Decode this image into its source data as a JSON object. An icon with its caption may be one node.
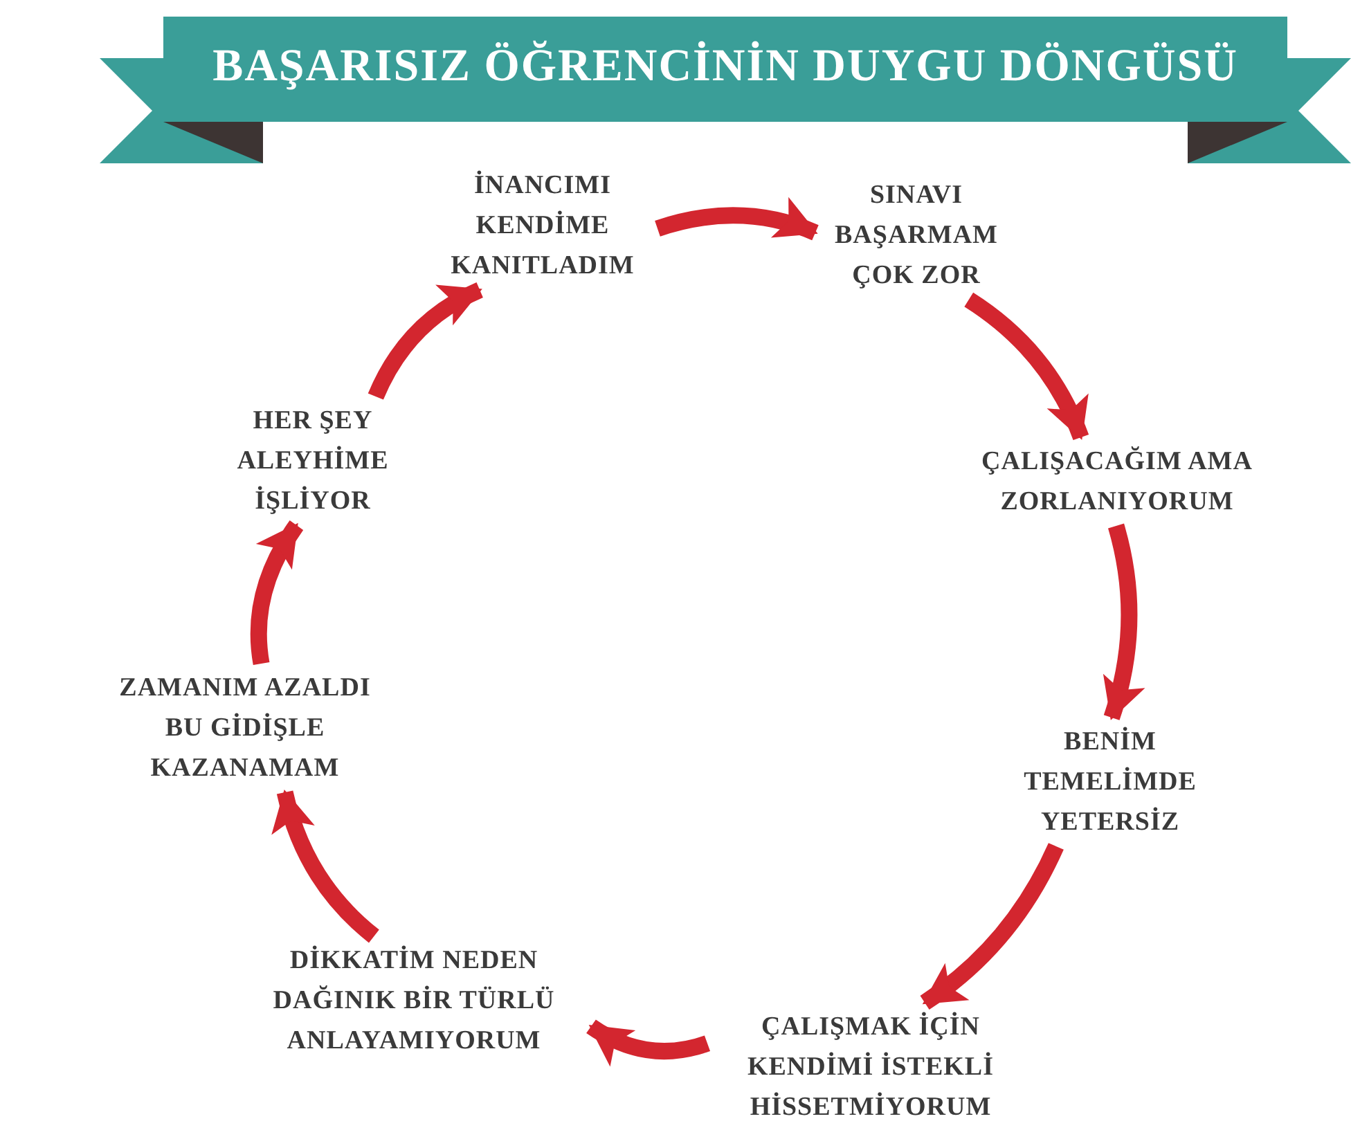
{
  "diagram": {
    "title": "BAŞARISIZ ÖĞRENCİNİN DUYGU DÖNGÜSÜ",
    "nodes": [
      {
        "text": [
          "İNANCIMI KENDİME KANITLADIM"
        ]
      },
      {
        "text": [
          "SINAVI BAŞARMAM ÇOK ZOR"
        ]
      },
      {
        "text": [
          "ÇALIŞACAĞIM AMA ZORLANIYORUM"
        ]
      },
      {
        "text": [
          "BENİM TEMELİMDE YETERSİZ"
        ]
      },
      {
        "text": [
          "ÇALIŞMAK İÇİN KENDİMİ İSTEKLİ HİSSETMİYORUM"
        ]
      },
      {
        "text": [
          "DİKKATİM NEDEN DAĞINIK BİR TÜRLÜ ANLAYAMIYORUM"
        ]
      },
      {
        "text": [
          "ZAMANIM AZALDI BU GİDİŞLE KAZANAMAM"
        ]
      },
      {
        "text": [
          "HER ŞEY ALEYHİME İŞLİYOR"
        ]
      }
    ],
    "edges": [
      {
        "from": 0,
        "to": 1,
        "arrow": "to"
      },
      {
        "from": 1,
        "to": 2,
        "arrow": "to"
      },
      {
        "from": 2,
        "to": 3,
        "arrow": "to"
      },
      {
        "from": 3,
        "to": 4,
        "arrow": "to"
      },
      {
        "from": 4,
        "to": 5,
        "arrow": "to"
      },
      {
        "from": 5,
        "to": 6,
        "arrow": "to"
      },
      {
        "from": 6,
        "to": 7,
        "arrow": "to"
      },
      {
        "from": 7,
        "to": 0,
        "arrow": "to"
      }
    ]
  }
}
